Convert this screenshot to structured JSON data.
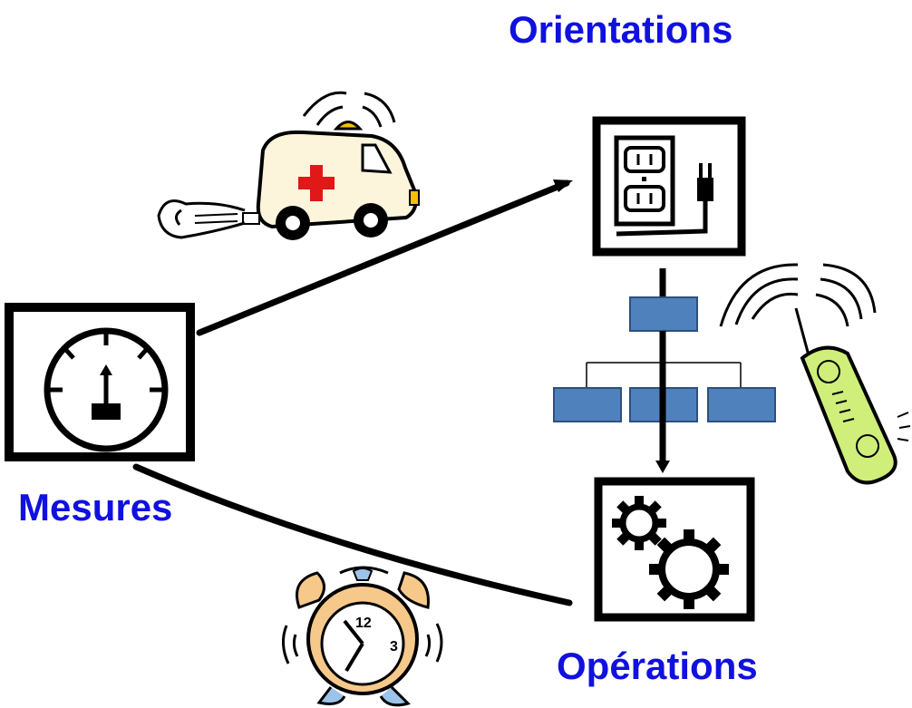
{
  "labels": {
    "orientations": "Orientations",
    "mesures": "Mesures",
    "operations": "Opérations",
    "clock_twelve": "12",
    "clock_three": "3"
  },
  "colors": {
    "label_text": "#1010e0",
    "org_box_fill": "#4f81bd",
    "org_box_stroke": "#2f4f7f",
    "ambulance_body": "#fdf4dc",
    "ambulance_cross": "#e01818",
    "ambulance_light": "#f5c000",
    "clock_body": "#f6c98b",
    "clock_feet": "#9cc4ea",
    "phone_body": "#cfee7a",
    "ink": "#000000"
  },
  "icons": {
    "gauge": "gauge-icon",
    "power_outlet": "power-outlet-icon",
    "gears": "gears-icon",
    "ambulance": "ambulance-icon",
    "alarm_clock": "alarm-clock-icon",
    "cordless_phone": "cordless-phone-icon",
    "org_chart": "org-chart-icon"
  }
}
